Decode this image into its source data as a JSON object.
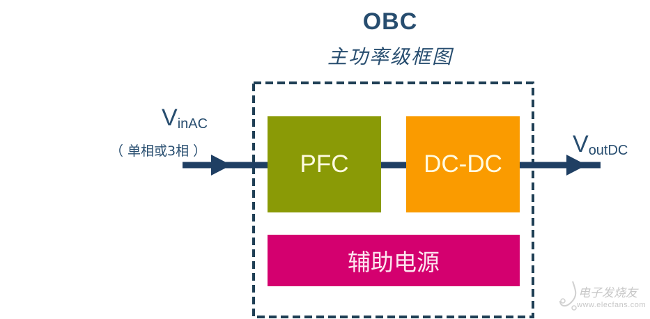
{
  "title": "OBC",
  "subtitle": "主功率级框图",
  "input": {
    "label_main": "V",
    "label_sub": "inAC",
    "note": "（ 单相或3相 ）"
  },
  "output": {
    "label_main": "V",
    "label_sub": "outDC"
  },
  "blocks": [
    {
      "id": "pfc",
      "label": "PFC",
      "color": "#8a9a06"
    },
    {
      "id": "dcdc",
      "label": "DC-DC",
      "color": "#fa9b00"
    },
    {
      "id": "aux",
      "label": "辅助电源",
      "color": "#d4006f"
    }
  ],
  "colors": {
    "line": "#1f3f63",
    "text": "#274d6f",
    "frame": "#1f3f55"
  },
  "watermark": {
    "name": "电子发烧友",
    "url": "www.elecfans.com"
  }
}
